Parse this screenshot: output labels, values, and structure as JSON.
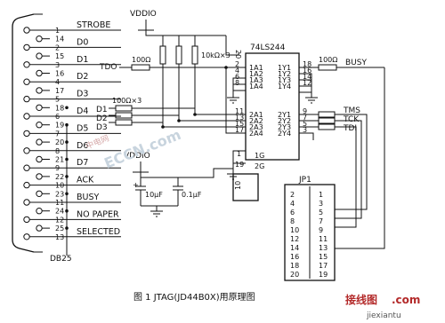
{
  "caption": "图 1 JTAG(JD44B0X)用原理图",
  "connector": {
    "name": "DB25",
    "pins_top": [
      "1",
      "2",
      "3",
      "4",
      "5",
      "6",
      "7",
      "8",
      "9",
      "10",
      "11",
      "12",
      "13"
    ],
    "pins_bottom": [
      "14",
      "15",
      "16",
      "17",
      "18",
      "19",
      "20",
      "21",
      "22",
      "23",
      "24",
      "25"
    ],
    "signals": [
      "STROBE",
      "D0",
      "D1",
      "D2",
      "D3",
      "D4",
      "D5",
      "D6",
      "D7",
      "ACK",
      "BUSY",
      "NO PAPER",
      "SELECTED"
    ]
  },
  "power": {
    "top": "VDDIO",
    "bottom": "VDDIO"
  },
  "resistors": {
    "pack_top": "10kΩ×3",
    "pack_mid": "100Ω×3",
    "tdo": "100Ω",
    "busy": "100Ω"
  },
  "capacitors": [
    "10μF",
    "0.1μF"
  ],
  "chip": {
    "name": "74LS244",
    "vcc_pin": "20",
    "gnd_pin": "10",
    "left_labels": [
      "1A1",
      "1A2",
      "1A3",
      "1A4",
      "2A1",
      "2A2",
      "2A3",
      "2A4"
    ],
    "right_labels": [
      "1Y1",
      "1Y2",
      "1Y3",
      "1Y4",
      "2Y1",
      "2Y2",
      "2Y3",
      "2Y4"
    ],
    "left_pins": [
      "2",
      "4",
      "6",
      "8",
      "11",
      "13",
      "15",
      "17"
    ],
    "right_pins": [
      "18",
      "16",
      "14",
      "12",
      "9",
      "7",
      "5",
      "3"
    ],
    "enable_labels": [
      "1G",
      "2G"
    ],
    "enable_pins": [
      "1",
      "19"
    ]
  },
  "nets": {
    "tdo": "TDO",
    "busy": "BUSY",
    "d1": "D1",
    "d2": "D2",
    "d3": "D3",
    "tms": "TMS",
    "tck": "TCK",
    "tdi": "TDI"
  },
  "header": {
    "name": "JP1",
    "left_pins": [
      "2",
      "4",
      "6",
      "8",
      "10",
      "12",
      "14",
      "16",
      "18",
      "20"
    ],
    "right_pins": [
      "1",
      "3",
      "5",
      "7",
      "9",
      "11",
      "13",
      "15",
      "17",
      "19"
    ]
  },
  "watermark": {
    "cn": "中电网",
    "en": "ECCN.com"
  },
  "site": {
    "name": "接线图",
    "domain": ".com",
    "url": "jiexiantu"
  }
}
